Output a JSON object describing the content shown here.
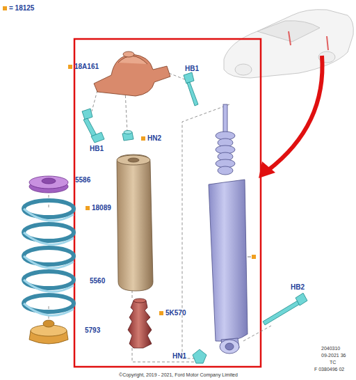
{
  "diagram": {
    "labels": [
      "18A161",
      "HB1",
      "HB1",
      "HN2",
      "18089",
      "5586",
      "5560",
      "5K570",
      "5793",
      "HB2",
      "HN1",
      "©Copyright, 2019 - 2021, Ford Motor Company Limited",
      "2040310",
      "09-2021 36",
      "TC",
      "F 0380496 02"
    ],
    "legend": [
      {
        "text": "= 18125",
        "color": "#f0a020"
      }
    ]
  }
}
